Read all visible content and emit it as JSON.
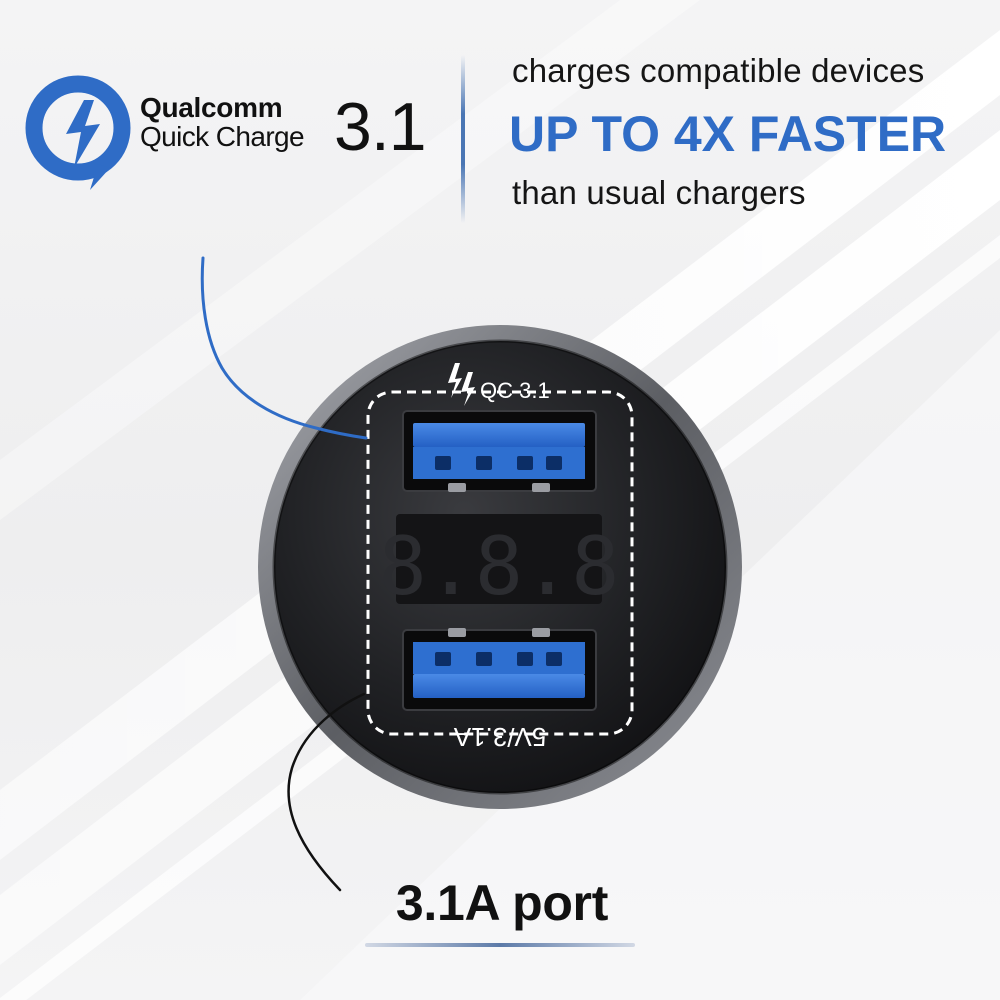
{
  "logo": {
    "icon": "qualcomm-quick-charge-lightning-icon",
    "brand_name": "Qualcomm",
    "product_name": "Quick Charge",
    "version": "3.1"
  },
  "tagline": {
    "line1": "charges compatible devices",
    "line2": "UP TO 4X FASTER",
    "line3": "than usual chargers"
  },
  "charger": {
    "top_port_label": "QC 3.1",
    "bottom_port_label": "5V/3.1A",
    "display_digits": "8.8.8"
  },
  "callout": {
    "port_label": "3.1A port"
  },
  "colors": {
    "accent_blue": "#2f6cc6",
    "usb_blue": "#2e6fd0",
    "charger_body": "#1c1c1e"
  }
}
